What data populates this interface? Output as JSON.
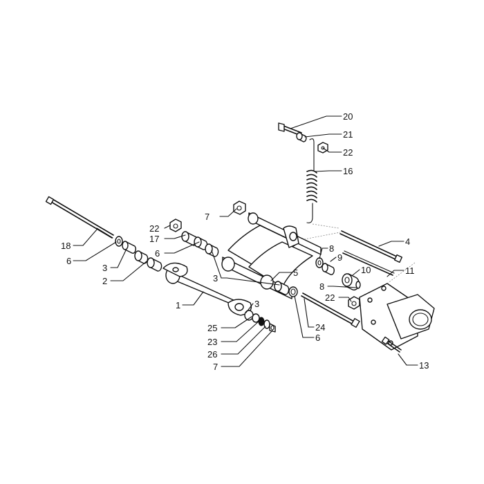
{
  "callouts": [
    {
      "id": "c1",
      "text": "1"
    },
    {
      "id": "c2",
      "text": "2"
    },
    {
      "id": "c3a",
      "text": "3"
    },
    {
      "id": "c3b",
      "text": "3"
    },
    {
      "id": "c3c",
      "text": "3"
    },
    {
      "id": "c4",
      "text": "4"
    },
    {
      "id": "c5",
      "text": "5"
    },
    {
      "id": "c6a",
      "text": "6"
    },
    {
      "id": "c6b",
      "text": "6"
    },
    {
      "id": "c6c",
      "text": "6"
    },
    {
      "id": "c7a",
      "text": "7"
    },
    {
      "id": "c7b",
      "text": "7"
    },
    {
      "id": "c8a",
      "text": "8"
    },
    {
      "id": "c8b",
      "text": "8"
    },
    {
      "id": "c9",
      "text": "9"
    },
    {
      "id": "c10",
      "text": "10"
    },
    {
      "id": "c11",
      "text": "11"
    },
    {
      "id": "c13",
      "text": "13"
    },
    {
      "id": "c16",
      "text": "16"
    },
    {
      "id": "c17",
      "text": "17"
    },
    {
      "id": "c18",
      "text": "18"
    },
    {
      "id": "c20",
      "text": "20"
    },
    {
      "id": "c21",
      "text": "21"
    },
    {
      "id": "c22a",
      "text": "22"
    },
    {
      "id": "c22b",
      "text": "22"
    },
    {
      "id": "c22c",
      "text": "22"
    },
    {
      "id": "c23",
      "text": "23"
    },
    {
      "id": "c24",
      "text": "24"
    },
    {
      "id": "c25",
      "text": "25"
    },
    {
      "id": "c26",
      "text": "26"
    }
  ]
}
